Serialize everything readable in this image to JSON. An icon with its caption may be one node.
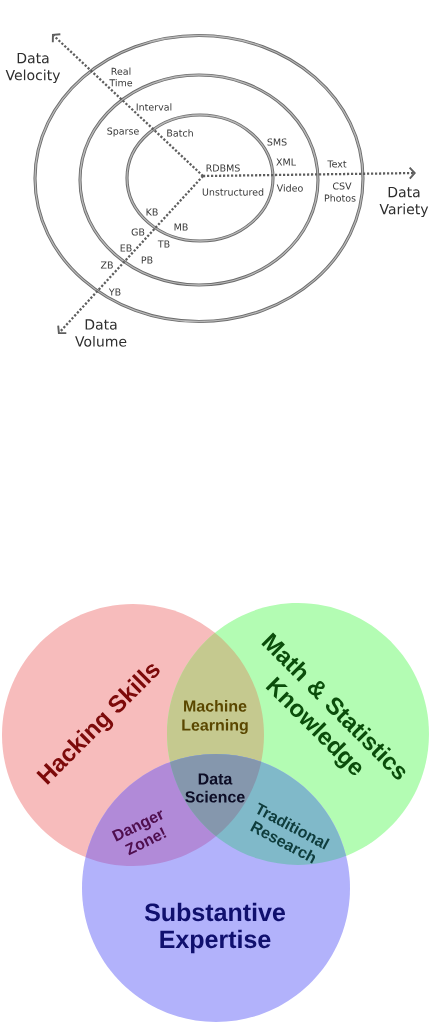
{
  "diagram": {
    "nodes": [
      {
        "text": [
          "Hacking Skills"
        ]
      },
      {
        "text": [
          "Math & Statistics Knowledge"
        ]
      },
      {
        "text": [
          "Substantive Expertise"
        ]
      }
    ],
    "labels": [
      "Data Velocity",
      "Real Time",
      "Interval",
      "Sparse",
      "Batch",
      "SMS",
      "XML",
      "Text",
      "RDBMS",
      "Unstructured",
      "Video",
      "CSV",
      "Photos",
      "Data Variety",
      "KB",
      "MB",
      "GB",
      "TB",
      "EB",
      "PB",
      "ZB",
      "YB",
      "Data Volume",
      "Machine Learning",
      "Data Science",
      "Danger Zone!",
      "Traditional Research"
    ]
  }
}
